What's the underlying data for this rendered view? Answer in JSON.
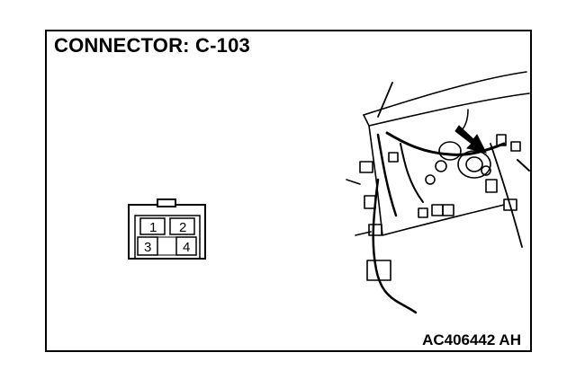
{
  "diagram": {
    "title": "CONNECTOR: C-103",
    "figure_id": "AC406442 AH",
    "connector": {
      "pins": [
        {
          "label": "1"
        },
        {
          "label": "2"
        },
        {
          "label": "3"
        },
        {
          "label": "4"
        }
      ]
    },
    "colors": {
      "line": "#000000",
      "background": "#ffffff"
    }
  }
}
